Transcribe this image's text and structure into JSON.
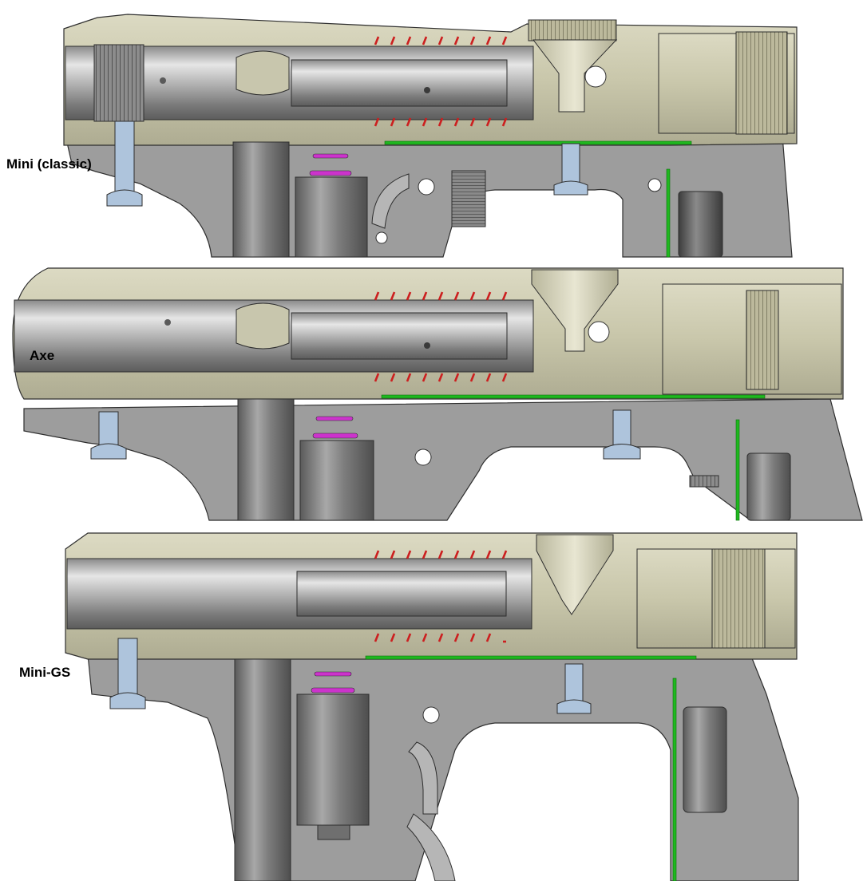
{
  "labels": {
    "mini_classic": "Mini (classic)",
    "axe": "Axe",
    "mini_gs": "Mini-GS"
  },
  "colors": {
    "background": "#ffffff",
    "body_khaki": "#c9c7ab",
    "body_khaki_dark": "#a9a78c",
    "frame_gray": "#9c9c9c",
    "frame_gray_light": "#bdbdbd",
    "steel": "#b8b8b8",
    "steel_dark": "#6f6f6f",
    "spring_red": "#cc1f1f",
    "circuit_green": "#1fb81f",
    "oring_magenta": "#cc33cc",
    "screw_blue": "#aec4dc",
    "battery_dark": "#4a4a4a",
    "outline": "#2e2e2e"
  }
}
